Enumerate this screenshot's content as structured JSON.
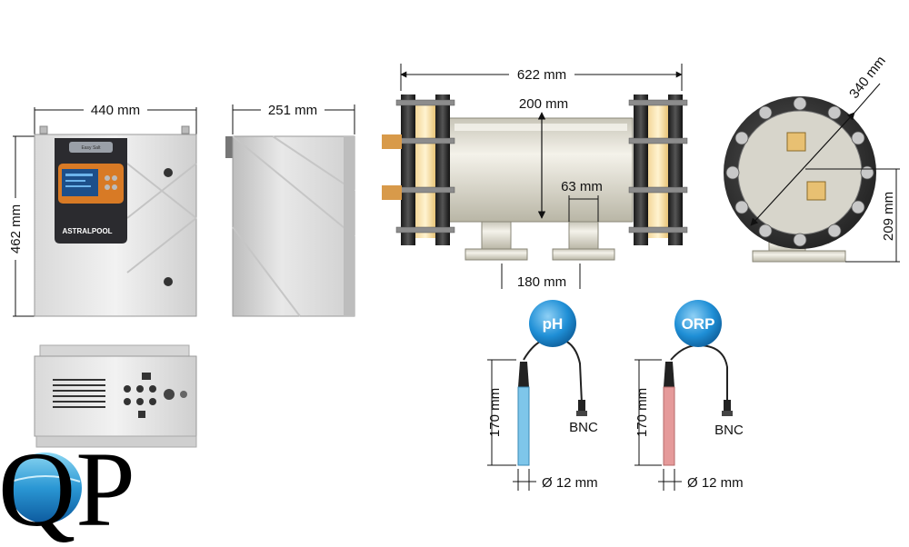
{
  "controller": {
    "width_label": "440 mm",
    "height_label": "462 mm",
    "side_depth_label": "251 mm",
    "panel_model": "Easy Salt",
    "brand": "ASTRALPOOL"
  },
  "cell": {
    "length_label": "622 mm",
    "flange_gap_label": "200 mm",
    "port_diameter_label": "63 mm",
    "port_spacing_label": "180 mm",
    "end_diameter_label": "340 mm",
    "end_height_label": "209 mm"
  },
  "probes": [
    {
      "name": "pH",
      "length_label": "170 mm",
      "diameter_label": "Ø 12 mm",
      "connector": "BNC",
      "ball_color": "#1f8fd6",
      "tip_color": "#7ec6ea"
    },
    {
      "name": "ORP",
      "length_label": "170 mm",
      "diameter_label": "Ø 12 mm",
      "connector": "BNC",
      "ball_color": "#1f8fd6",
      "tip_color": "#e59a9a"
    }
  ],
  "logo": {
    "text": "QP"
  }
}
